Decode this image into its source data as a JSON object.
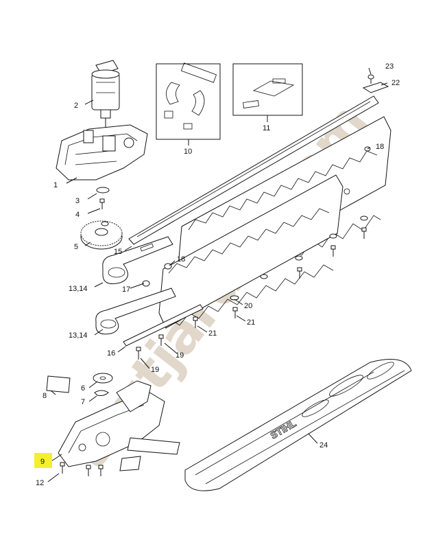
{
  "diagram": {
    "watermark": "toutjardin.com",
    "brand_logo": "STIHL",
    "highlight_color": "#f4f12a",
    "labels": {
      "l1": "1",
      "l2": "2",
      "l3": "3",
      "l4": "4",
      "l5": "5",
      "l6": "6",
      "l7": "7",
      "l8": "8",
      "l9": "9",
      "l10": "10",
      "l11": "11",
      "l12": "12",
      "l13a": "13,14",
      "l13b": "13,14",
      "l15": "15",
      "l16": "16",
      "l17": "17",
      "l18a": "18",
      "l18b": "18",
      "l19a": "19",
      "l19b": "19",
      "l20": "20",
      "l21a": "21",
      "l21b": "21",
      "l22": "22",
      "l23": "23",
      "l24": "24"
    }
  }
}
